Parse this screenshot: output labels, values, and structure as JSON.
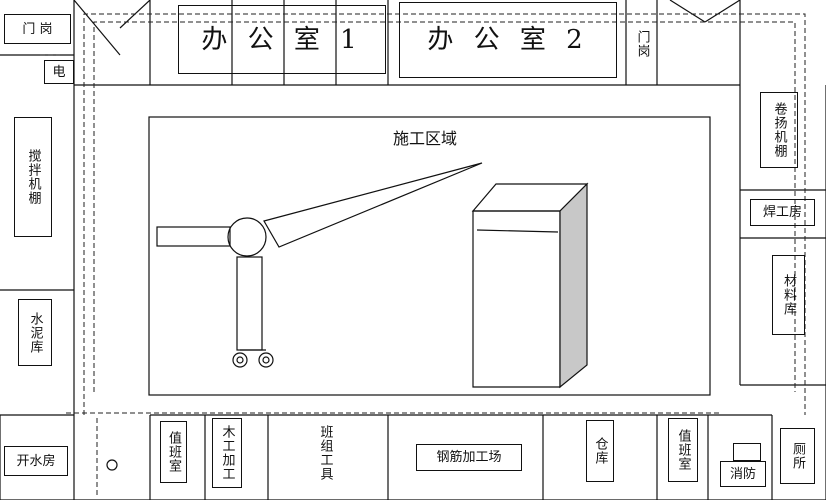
{
  "rooms": {
    "gate_left": "门 岗",
    "electric": "电",
    "mixer_shed": "搅拌机棚",
    "cement_store": "水泥库",
    "boiler_room": "开水房",
    "office1": "办 公 室 1",
    "office2": "办 公 室 2",
    "gate_right": "门岗",
    "hoist_shed": "卷扬机棚",
    "weld_room": "焊工房",
    "material_store": "材料库",
    "duty_left": "值班室",
    "carpentry": "木工加工",
    "team_tools": "班组工具",
    "rebar_yard": "钢筋加工场",
    "warehouse": "仓库",
    "duty_right": "值班室",
    "fire": "消防",
    "toilet": "厕所"
  },
  "zone": {
    "title": "施工区域"
  }
}
